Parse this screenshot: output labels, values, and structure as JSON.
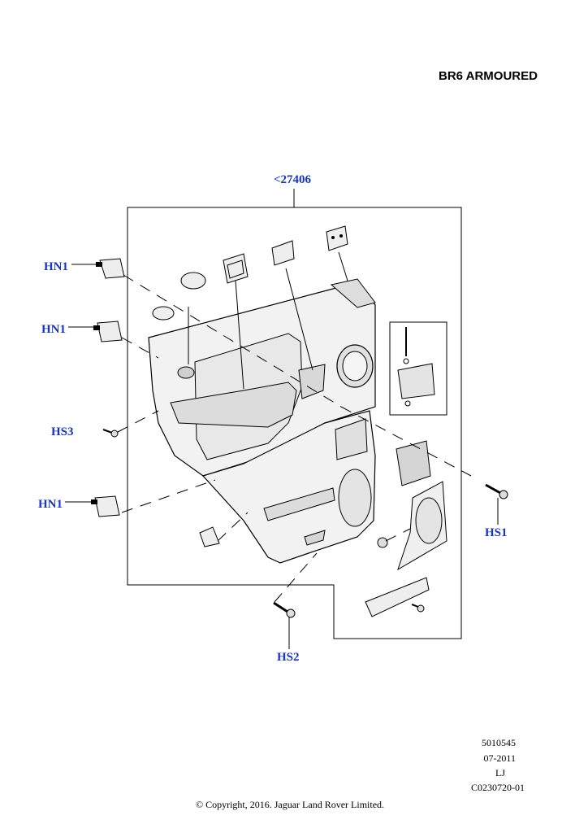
{
  "heading": "BR6 ARMOURED",
  "parent_ref": "<27406",
  "callouts": {
    "hn1_top": "HN1",
    "hn1_mid": "HN1",
    "hs3": "HS3",
    "hn1_low": "HN1",
    "hs1": "HS1",
    "hs2": "HS2"
  },
  "meta": {
    "illustration_number": "5010545",
    "date": "07-2011",
    "initials": "LJ",
    "drawing_code": "C0230720-01"
  },
  "copyright": "© Copyright, 2016. Jaguar Land Rover Limited.",
  "colors": {
    "callout": "#1633c8",
    "line": "#000000",
    "panel_fill": "#f2f2f2"
  },
  "icons": [
    "door-trim-panel",
    "clip-fastener",
    "screw",
    "speaker-grille",
    "door-handle",
    "bracket"
  ]
}
